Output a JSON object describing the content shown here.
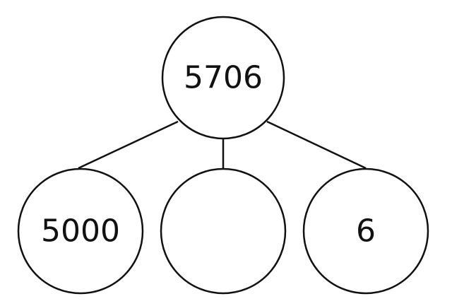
{
  "part_whole_model": {
    "whole": {
      "value": "5706"
    },
    "parts": [
      {
        "value": "5000"
      },
      {
        "value": ""
      },
      {
        "value": "6"
      }
    ]
  },
  "colors": {
    "stroke": "#111111",
    "fill": "#ffffff",
    "text": "#111111"
  }
}
